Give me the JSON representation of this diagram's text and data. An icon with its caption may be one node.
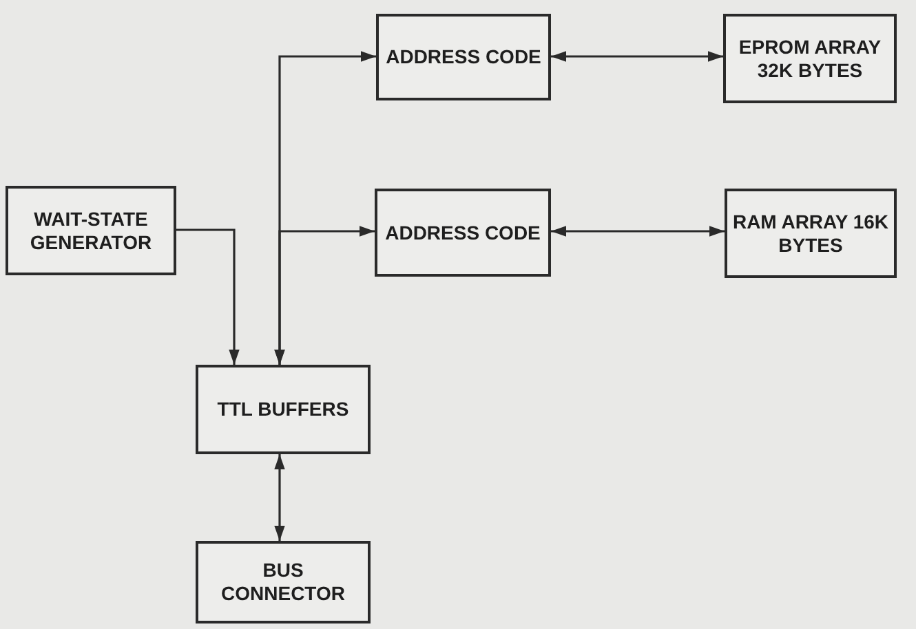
{
  "diagram": {
    "nodes": [
      {
        "text": [
          "WAIT-STATE GENERATOR"
        ]
      },
      {
        "text": [
          "ADDRESS CODE"
        ]
      },
      {
        "text": [
          "EPROM ARRAY 32K BYTES"
        ]
      },
      {
        "text": [
          "ADDRESS CODE"
        ]
      },
      {
        "text": [
          "RAM ARRAY 16K BYTES"
        ]
      },
      {
        "text": [
          "TTL BUFFERS"
        ]
      },
      {
        "text": [
          "BUS CONNECTOR"
        ]
      }
    ],
    "edges": [
      {
        "from": 0,
        "to": 5,
        "arrow": "to"
      },
      {
        "from": 5,
        "to": 1,
        "arrow": "both"
      },
      {
        "from": 5,
        "to": 3,
        "arrow": "both"
      },
      {
        "from": 1,
        "to": 2,
        "arrow": "both"
      },
      {
        "from": 3,
        "to": 4,
        "arrow": "both"
      },
      {
        "from": 5,
        "to": 6,
        "arrow": "both"
      }
    ]
  }
}
